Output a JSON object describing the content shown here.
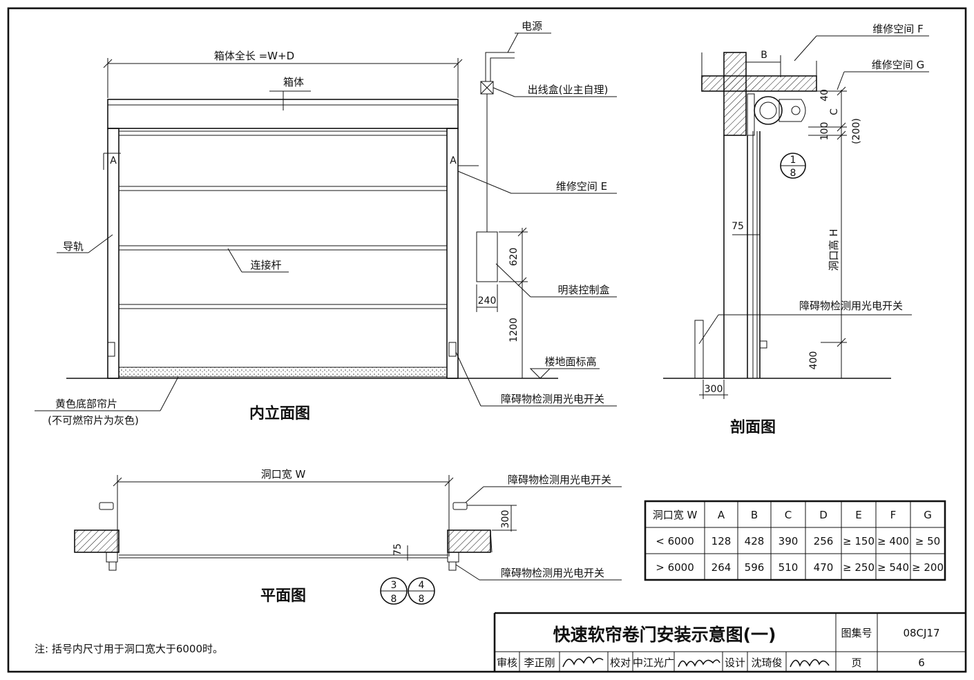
{
  "elevation": {
    "title": "内立面图",
    "total_length": "箱体全长 =W+D",
    "box": "箱体",
    "rail": "导轨",
    "connecting_rod": "连接杆",
    "bottom_panel_line1": "黄色底部帘片",
    "bottom_panel_line2": "(不可燃帘片为灰色)",
    "section_mark": "A",
    "power": "电源",
    "outlet_box": "出线盒(业主自理)",
    "maintenance_e": "维修空间 E",
    "control_box": "明装控制盒",
    "floor_level": "楼地面标高",
    "photo_switch": "障碍物检测用光电开关",
    "dim_620": "620",
    "dim_240": "240",
    "dim_1200": "1200"
  },
  "section": {
    "title": "剖面图",
    "maintenance_f": "维修空间 F",
    "maintenance_g": "维修空间 G",
    "dim_b": "B",
    "dim_40": "40",
    "dim_c": "C",
    "dim_100": "100",
    "dim_200": "(200)",
    "dim_75": "75",
    "opening_height": "洞口高 H",
    "photo_switch": "障碍物检测用光电开关",
    "dim_400": "400",
    "dim_300": "300",
    "detail_top": "1",
    "detail_bottom": "8"
  },
  "plan": {
    "title": "平面图",
    "opening_width": "洞口宽 W",
    "photo_switch_top": "障碍物检测用光电开关",
    "photo_switch_bottom": "障碍物检测用光电开关",
    "dim_300": "300",
    "dim_75": "75",
    "detail3_top": "3",
    "detail3_bottom": "8",
    "detail4_top": "4",
    "detail4_bottom": "8"
  },
  "dimension_table": {
    "headers": [
      "洞口宽 W",
      "A",
      "B",
      "C",
      "D",
      "E",
      "F",
      "G"
    ],
    "rows": [
      [
        "< 6000",
        "128",
        "428",
        "390",
        "256",
        "≥ 150",
        "≥ 400",
        "≥ 50"
      ],
      [
        "> 6000",
        "264",
        "596",
        "510",
        "470",
        "≥ 250",
        "≥ 540",
        "≥ 200"
      ]
    ]
  },
  "note": "注: 括号内尺寸用于洞口宽大于6000时。",
  "title_block": {
    "drawing_title": "快速软帘卷门安装示意图(一)",
    "atlas_label": "图集号",
    "atlas_number": "08CJ17",
    "review_label": "审核",
    "reviewer": "李正刚",
    "check_label": "校对",
    "checker": "中江光广",
    "design_label": "设计",
    "designer": "沈琦俊",
    "page_label": "页",
    "page_number": "6"
  }
}
